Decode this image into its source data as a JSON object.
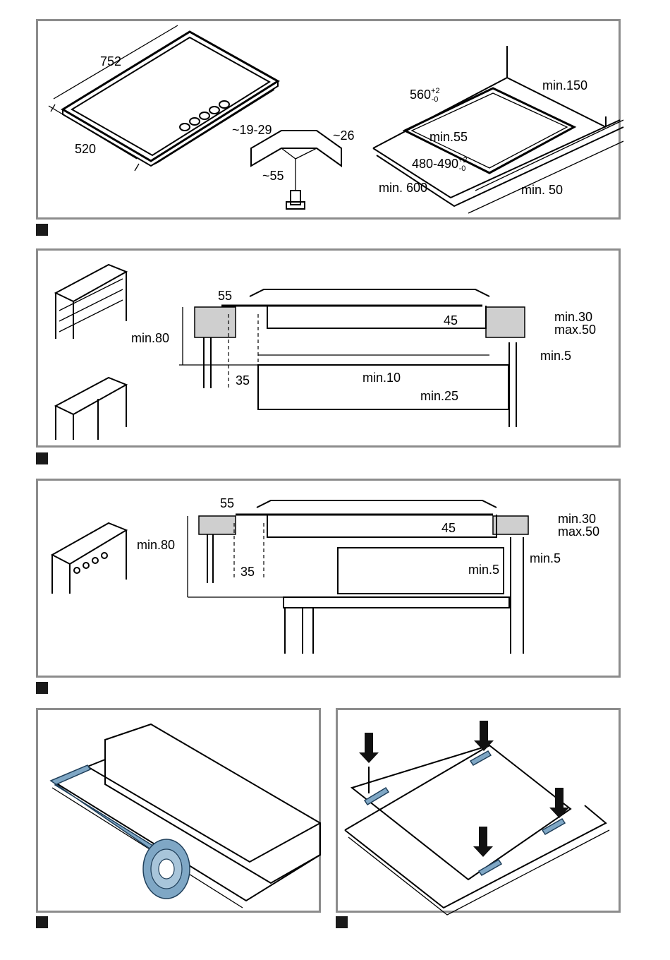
{
  "panel1": {
    "hob": {
      "width": "752",
      "depth": "520"
    },
    "gas_connection": {
      "angle_dim": "~19-29",
      "offset_dim": "~26",
      "height_dim": "~55"
    },
    "cutout": {
      "width": "560",
      "width_tol_plus": "+2",
      "width_tol_minus": "-0",
      "depth": "480-490",
      "depth_tol_plus": "+2",
      "depth_tol_minus": "-0",
      "min_wall": "min.150",
      "min_front": "min.55",
      "min_counter": "min. 600",
      "min_side": "min. 50"
    }
  },
  "panel2": {
    "dim_55": "55",
    "dim_45": "45",
    "min80": "min.80",
    "min30": "min.30",
    "max50": "max.50",
    "min5": "min.5",
    "min10": "min.10",
    "dim_35": "35",
    "min25": "min.25"
  },
  "panel3": {
    "dim_55": "55",
    "dim_45": "45",
    "min80": "min.80",
    "min30": "min.30",
    "max50": "max.50",
    "min5_oven": "min.5",
    "min5_side": "min.5",
    "dim_35": "35"
  },
  "colors": {
    "frame": "#8c8c8c",
    "seal_tape": "#7fa7c5",
    "clamp": "#7fa7c5"
  }
}
